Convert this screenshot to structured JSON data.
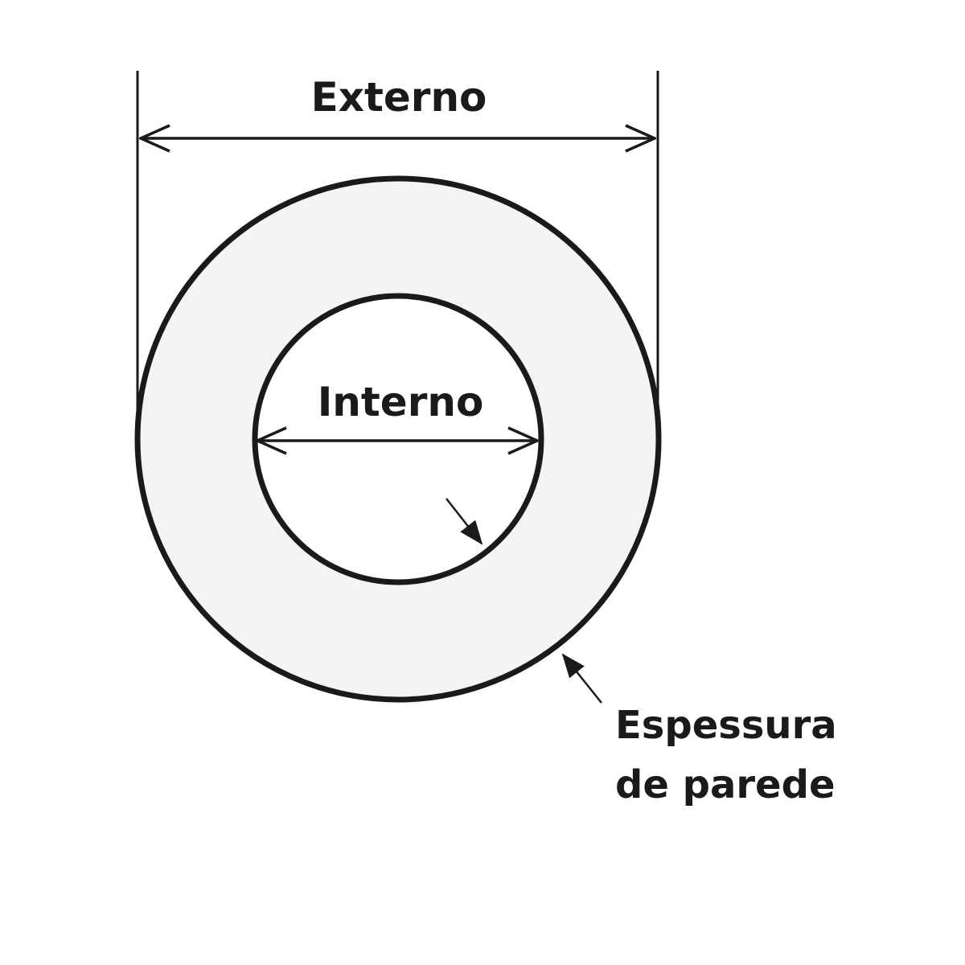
{
  "labels": {
    "outer": "Externo",
    "inner": "Interno",
    "wall_line1": "Espessura",
    "wall_line2": "de parede"
  },
  "colors": {
    "ink": "#1a1a1a",
    "ring_fill": "#f4f4f4",
    "background": "#ffffff"
  }
}
